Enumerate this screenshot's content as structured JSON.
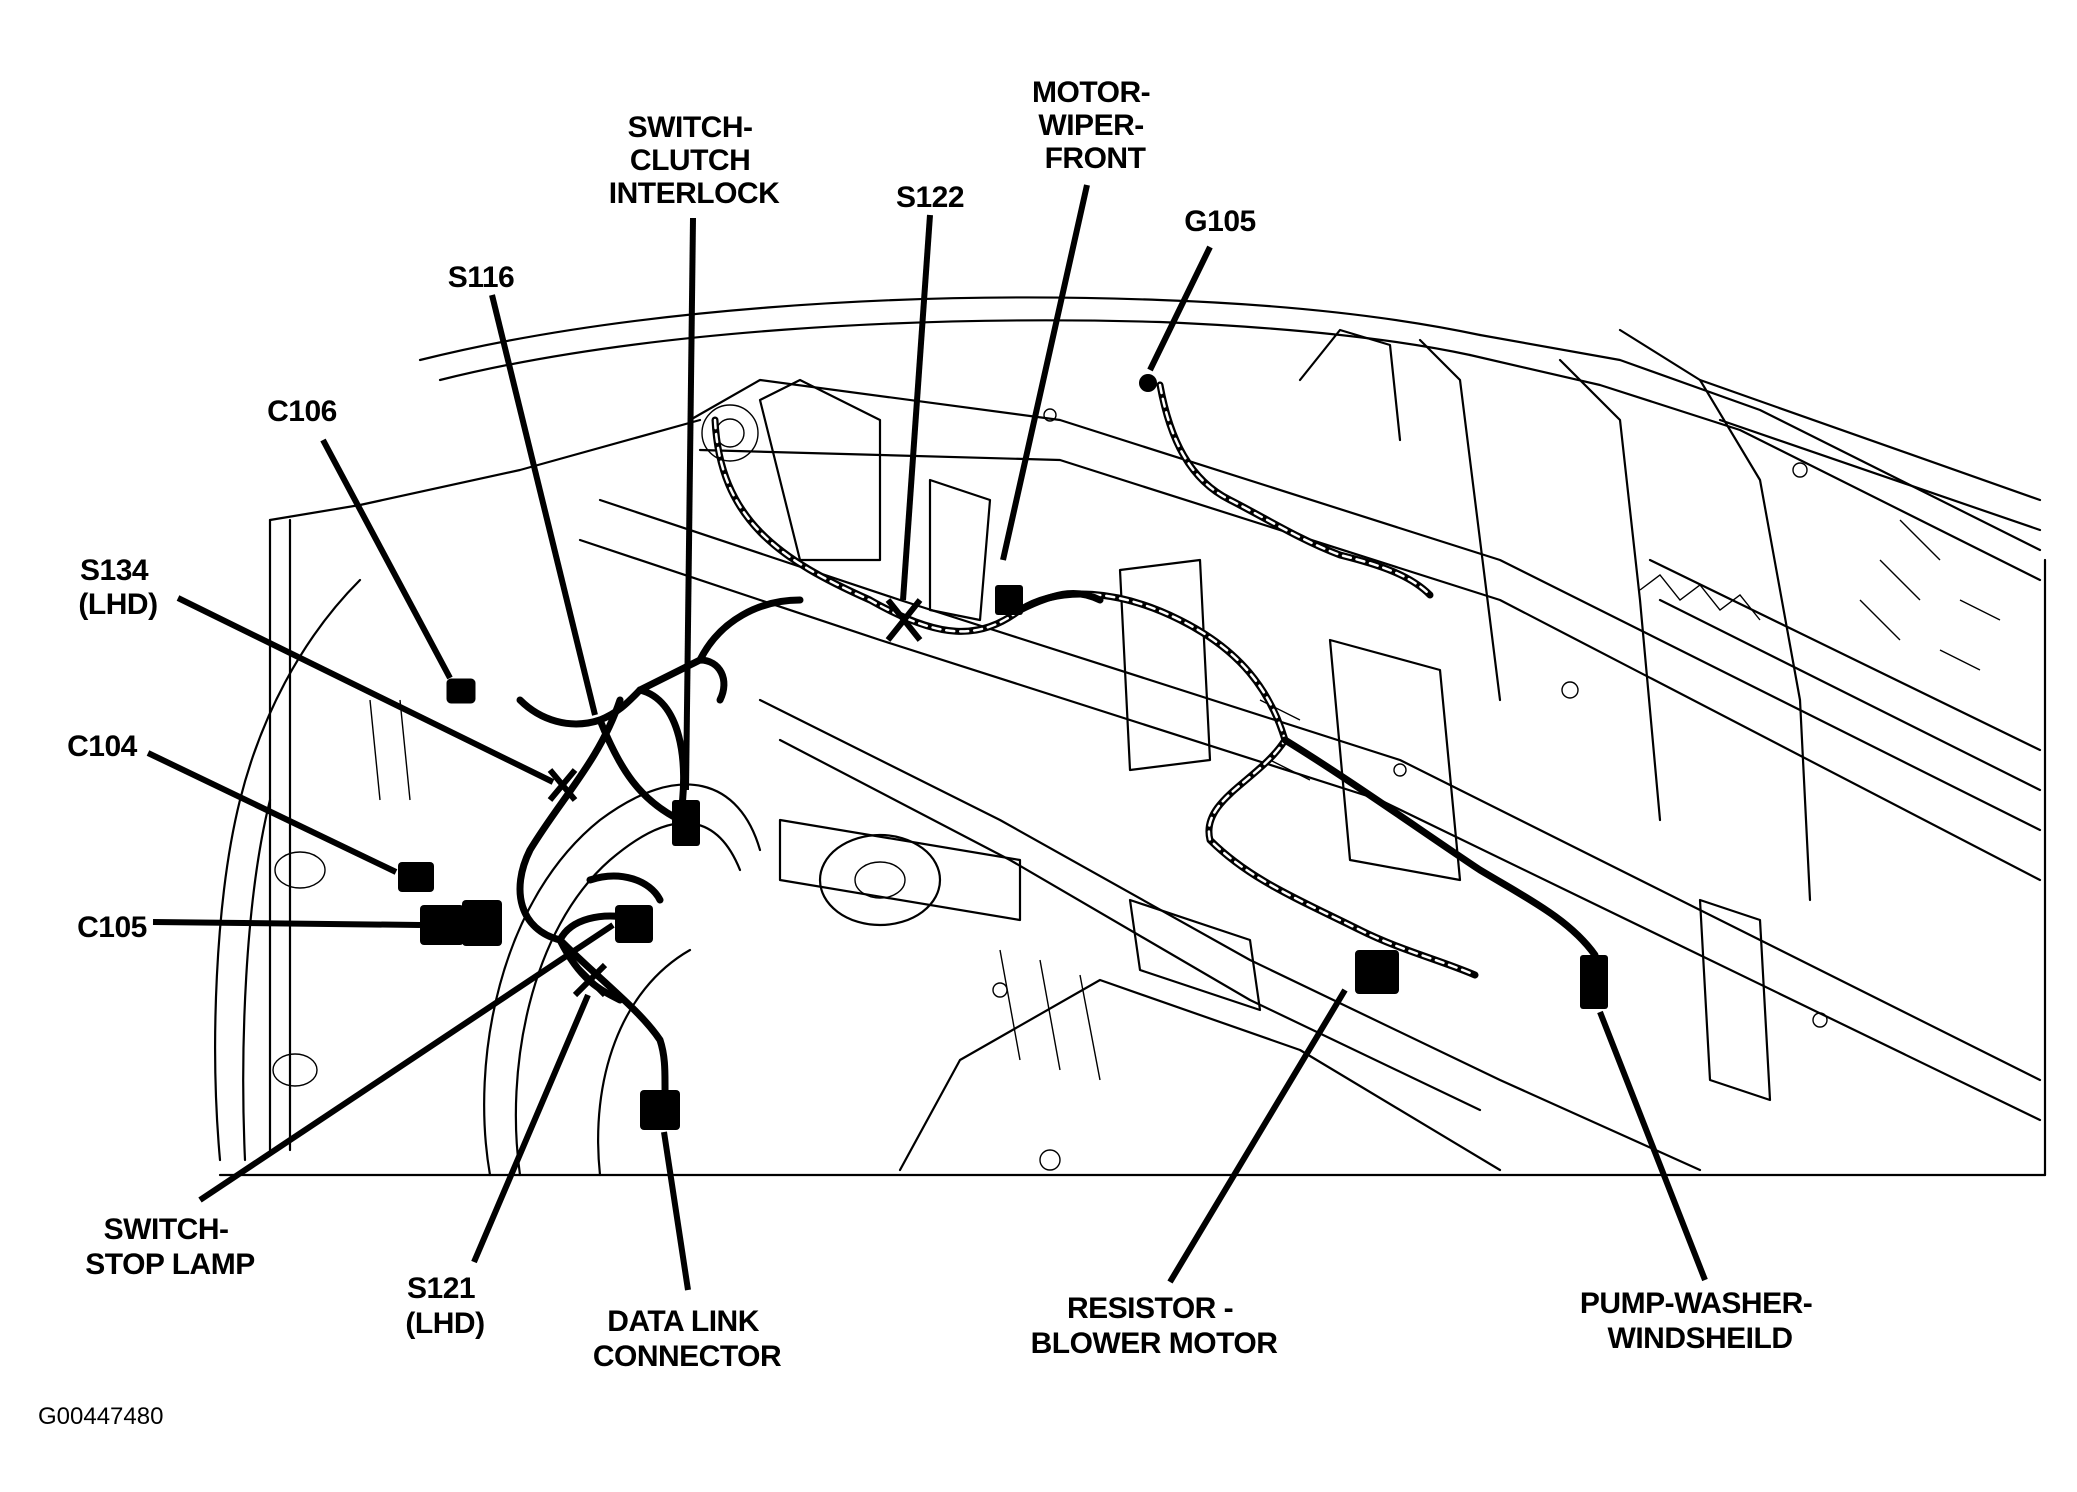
{
  "labels": {
    "switch_clutch_interlock": [
      "SWITCH-",
      "CLUTCH",
      "INTERLOCK"
    ],
    "motor_wiper_front": [
      "MOTOR-",
      "WIPER-",
      "FRONT"
    ],
    "s122": "S122",
    "g105": "G105",
    "s116": "S116",
    "c106": "C106",
    "s134": [
      "S134",
      "(LHD)"
    ],
    "c104": "C104",
    "c105": "C105",
    "switch_stop_lamp": [
      "SWITCH-",
      "STOP LAMP"
    ],
    "s121": [
      "S121",
      "(LHD)"
    ],
    "data_link_connector": [
      "DATA LINK",
      "CONNECTOR"
    ],
    "resistor_blower_motor": [
      "RESISTOR -",
      "BLOWER MOTOR"
    ],
    "pump_washer_windsheild": [
      "PUMP-WASHER-",
      "WINDSHEILD"
    ]
  },
  "figure_id": "G00447480"
}
